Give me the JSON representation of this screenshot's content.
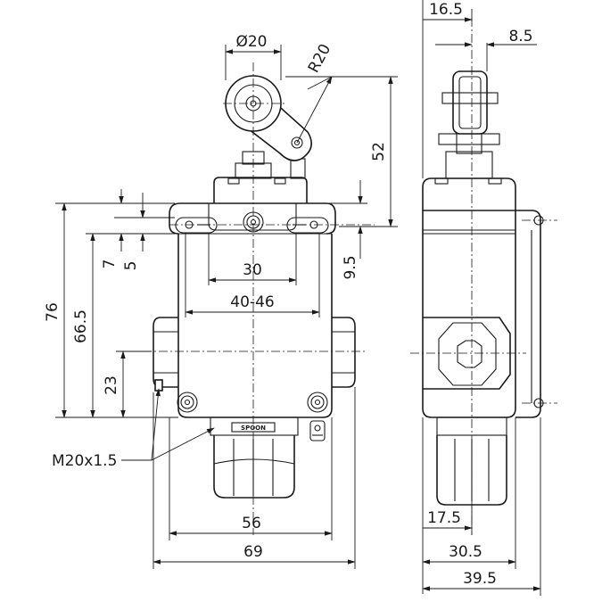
{
  "labels": {
    "d20": "Ø20",
    "r20": "R20",
    "dim52": "52",
    "dim7": "7",
    "dim5": "5",
    "dim9_5": "9.5",
    "dim30": "30",
    "dim40_46": "40-46",
    "dim76": "76",
    "dim66_5": "66.5",
    "dim23": "23",
    "m20": "M20x1.5",
    "dim56": "56",
    "dim69": "69",
    "dim16_5": "16.5",
    "dim8_5": "8.5",
    "dim17_5": "17.5",
    "dim30_5": "30.5",
    "dim39_5": "39.5",
    "brand": "SPOON"
  }
}
